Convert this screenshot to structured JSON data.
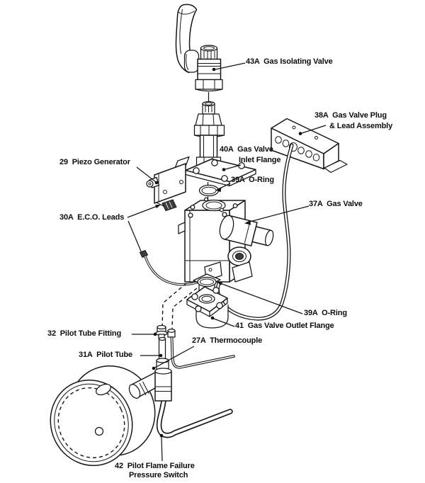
{
  "colors": {
    "line": "#161616",
    "background": "#ffffff"
  },
  "parts": [
    {
      "ref": "27A",
      "name": "Thermocouple"
    },
    {
      "ref": "29",
      "name": "Piezo Generator"
    },
    {
      "ref": "30A",
      "name": "E.C.O. Leads"
    },
    {
      "ref": "31A",
      "name": "Pilot Tube"
    },
    {
      "ref": "32",
      "name": "Pilot Tube Fitting"
    },
    {
      "ref": "37A",
      "name": "Gas Valve"
    },
    {
      "ref": "38A",
      "name": "Gas Valve Plug & Lead Assembly"
    },
    {
      "ref": "39A",
      "name": "O-Ring"
    },
    {
      "ref": "40A",
      "name": "Gas Valve Inlet Flange"
    },
    {
      "ref": "41",
      "name": "Gas Valve Outlet Flange"
    },
    {
      "ref": "42",
      "name": "Pilot Flame Failure Pressure Switch"
    },
    {
      "ref": "43A",
      "name": "Gas Isolating Valve"
    }
  ],
  "labels": {
    "isolating_valve": "43A  Gas Isolating Valve",
    "plug_line1": "38A  Gas Valve Plug",
    "plug_line2": "& Lead Assembly",
    "inlet_line1": "40A  Gas Valve",
    "inlet_line2": "Inlet Flange",
    "piezo": "29  Piezo Generator",
    "oring_top": "39A  O-Ring",
    "gas_valve": "37A  Gas Valve",
    "eco_leads": "30A  E.C.O. Leads",
    "oring_bottom": "39A  O-Ring",
    "outlet_flange": "41  Gas Valve Outlet Flange",
    "pilot_fitting": "32  Pilot Tube Fitting",
    "thermocouple": "27A  Thermocouple",
    "pilot_tube": "31A  Pilot Tube",
    "pressure_switch_line1": "42  Pilot Flame Failure",
    "pressure_switch_line2": "Pressure Switch"
  }
}
